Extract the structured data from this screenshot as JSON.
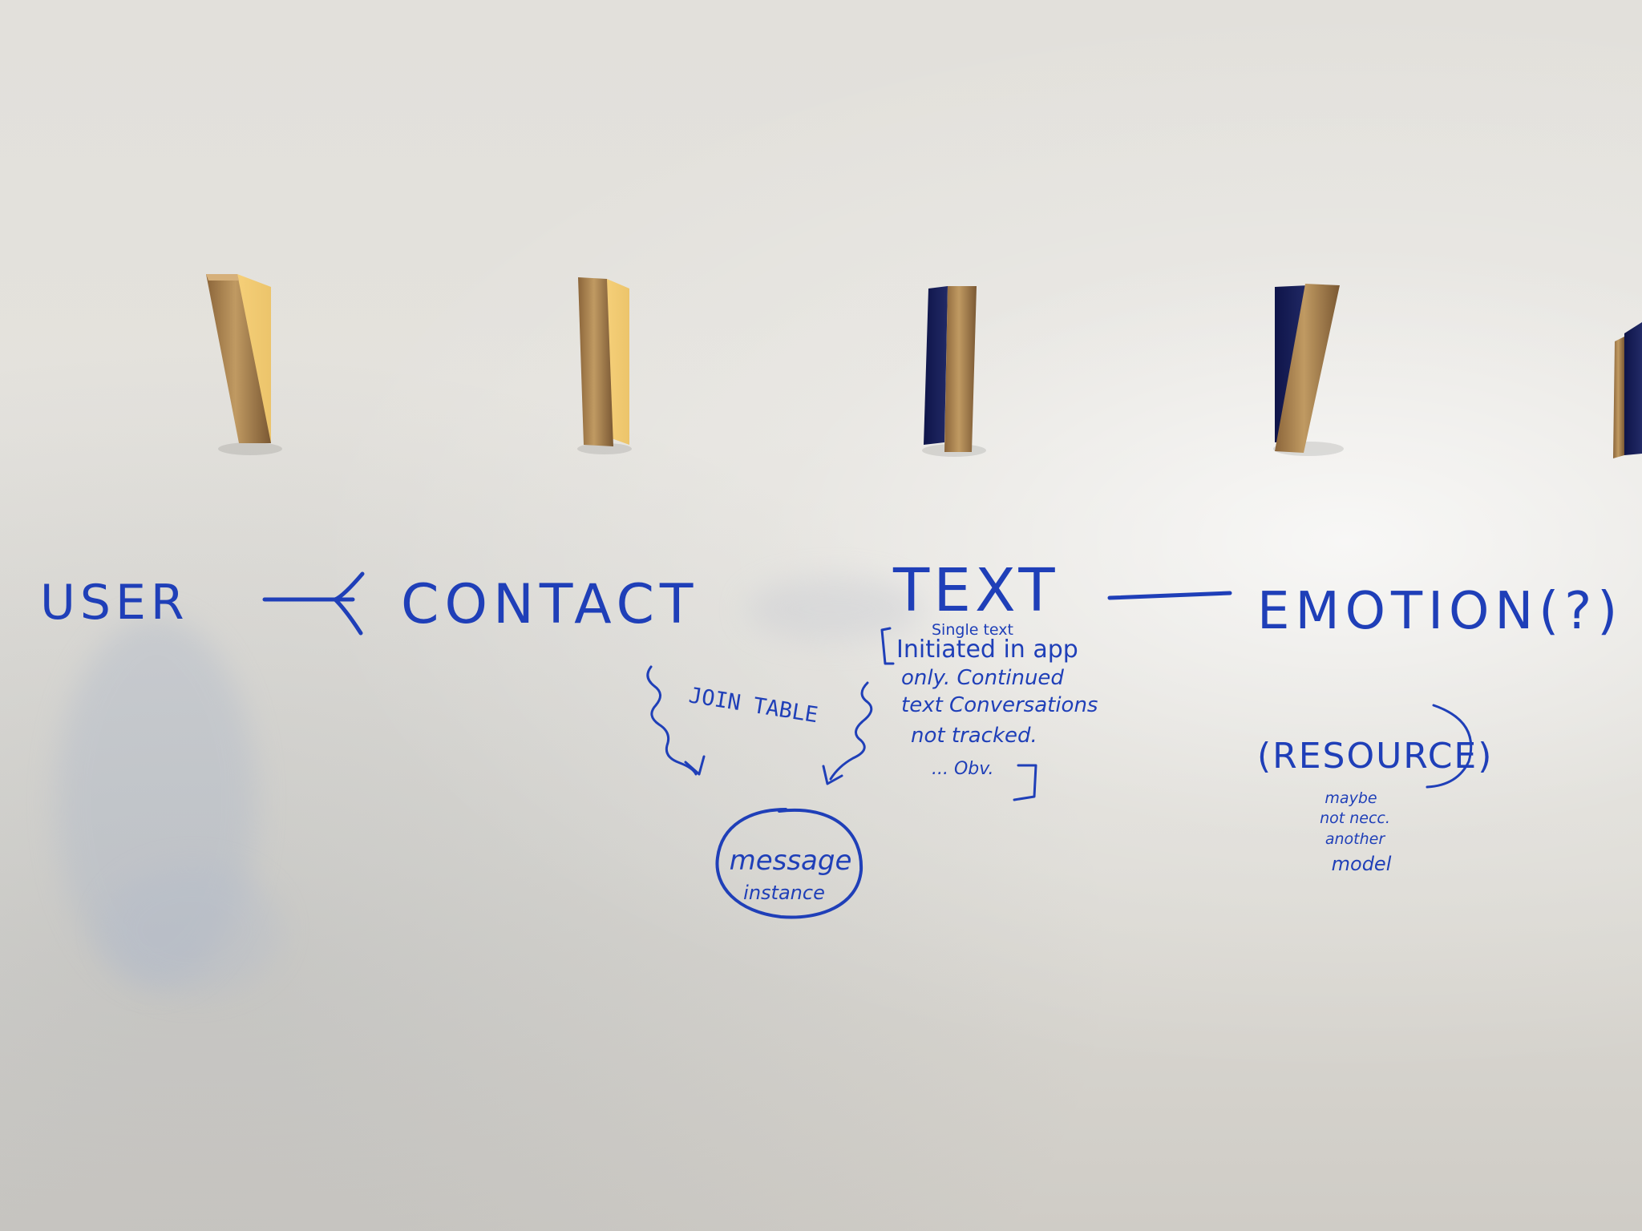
{
  "entities": {
    "user": "USER",
    "contact": "CONTACT",
    "text": "TEXT",
    "emotion": "EMOTION(?)"
  },
  "join_table_label": "JOIN TABLE",
  "message_instance": {
    "line1": "message",
    "line2": "instance"
  },
  "text_note": {
    "superscript": "Single text",
    "line1": "Initiated in app",
    "line2": "only. Continued",
    "line3": "text Conversations",
    "line4": "not tracked.",
    "line5": "... Obv."
  },
  "resource": {
    "label": "(RESOURCE)",
    "note_line1": "maybe",
    "note_line2": "not necc.",
    "note_line3": "another",
    "note_line4": "model"
  },
  "colors": {
    "marker_ink": "#1f3fb8",
    "whiteboard": "#e2e0db",
    "wood": "#b58a52",
    "navy_face": "#1b1f56"
  }
}
